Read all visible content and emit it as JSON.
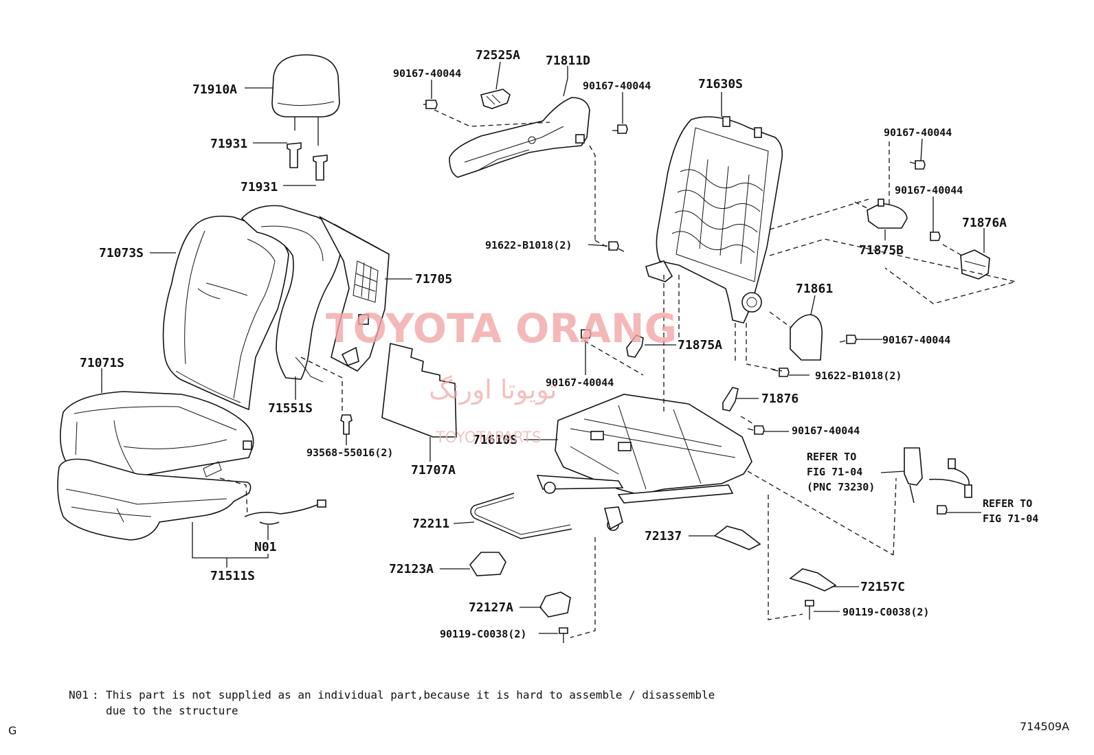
{
  "labels": {
    "l71910A": "71910A",
    "l71931a": "71931",
    "l71931b": "71931",
    "l71073S": "71073S",
    "l71071S": "71071S",
    "l71705": "71705",
    "l71551S": "71551S",
    "l93568": "93568-55016(2)",
    "l71707A": "71707A",
    "lN01": "N01",
    "l71511S": "71511S",
    "l72525A": "72525A",
    "l71811D": "71811D",
    "l90167_a": "90167-40044",
    "l90167_b": "90167-40044",
    "l71630S": "71630S",
    "l90167_c": "90167-40044",
    "l90167_d": "90167-40044",
    "l71876A": "71876A",
    "l71875B": "71875B",
    "l91622_a": "91622-B1018(2)",
    "l71861": "71861",
    "l71875A": "71875A",
    "l90167_e": "90167-40044",
    "l90167_f": "90167-40044",
    "l91622_b": "91622-B1018(2)",
    "l71876": "71876",
    "l90167_g": "90167-40044",
    "l71610S": "71610S",
    "l72211": "72211",
    "l72137": "72137",
    "l72123A": "72123A",
    "l72127A": "72127A",
    "l90119_a": "90119-C0038(2)",
    "l72157C": "72157C",
    "l90119_b": "90119-C0038(2)",
    "refer1_line1": "REFER TO",
    "refer1_line2": "FIG 71-04",
    "refer1_line3": "(PNC 73230)",
    "refer2_line1": "REFER TO",
    "refer2_line2": "FIG 71-04"
  },
  "watermark": {
    "main": "TOYOTA ORANG",
    "arabic": "تويوتا اورنگ",
    "small": "TOYOTAPARTS"
  },
  "footnote": {
    "code": "N01",
    "line1": "This part is not supplied as an individual part,because it is hard to assemble / disassemble",
    "line2": "due to the structure"
  },
  "corner_left": "G",
  "figure_id": "714509A"
}
